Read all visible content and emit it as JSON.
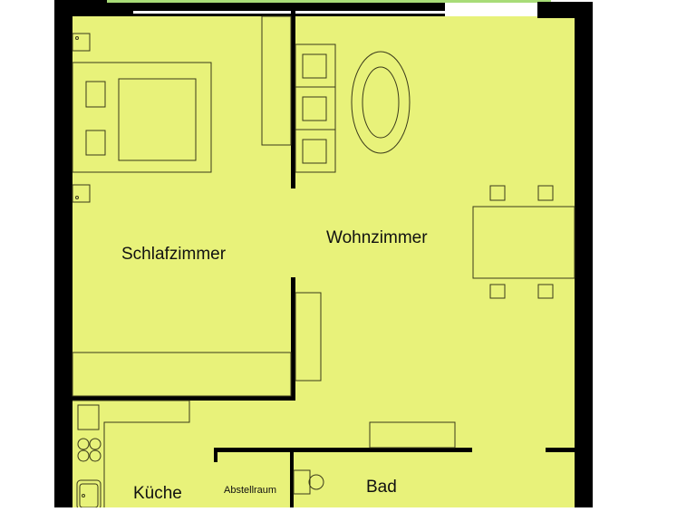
{
  "plan": {
    "type": "floor-plan",
    "colors": {
      "floor": "#e8f27a",
      "wall": "#000000",
      "furniture_outline": "#3a3a1a",
      "balcony_strip": "#a8dc78",
      "background": "#ffffff"
    },
    "rooms": [
      {
        "id": "schlafzimmer",
        "label": "Schlafzimmer"
      },
      {
        "id": "wohnzimmer",
        "label": "Wohnzimmer"
      },
      {
        "id": "kueche",
        "label": "Küche"
      },
      {
        "id": "abstellraum",
        "label": "Abstellraum"
      },
      {
        "id": "bad",
        "label": "Bad"
      }
    ],
    "furniture": {
      "bedroom": [
        "double-bed",
        "nightstand-left-top",
        "nightstand-left-bottom",
        "wardrobe",
        "socket-top",
        "socket-bottom"
      ],
      "living": [
        "sofa-3-seat",
        "oval-coffee-table",
        "dining-table",
        "chair-1",
        "chair-2",
        "chair-3",
        "chair-4",
        "sideboard",
        "cabinet"
      ],
      "kitchen": [
        "counter",
        "fridge",
        "hob-4-burner",
        "sink"
      ],
      "bath": [
        "washbasin",
        "toilet"
      ]
    }
  }
}
